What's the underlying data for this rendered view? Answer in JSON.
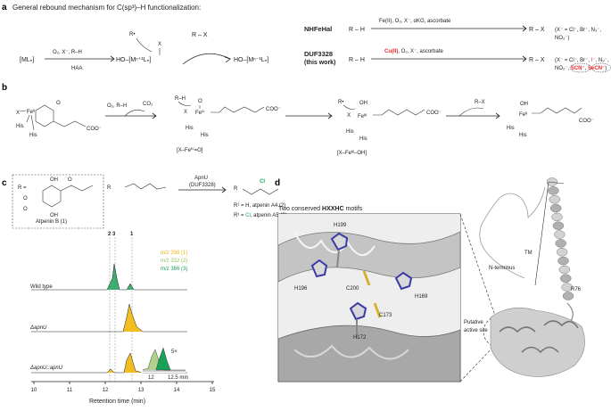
{
  "panel_a": {
    "label": "a",
    "title": "General rebound mechanism for C(sp³)–H functionalization:",
    "ml_label": "[MLₙ]",
    "step1_top": "O₂, X⁻, R–H",
    "step1_bottom": "HAA",
    "radical": "R•",
    "intermediate": "HO–[Mⁿ⁺¹Lₙ]",
    "product_rx": "R – X",
    "final": "HO–[Mⁿ⁻¹Lₙ]",
    "nhfehal": {
      "name": "NHFeHal",
      "substrate": "R – H",
      "conditions": "Fe(II), O₂, X⁻, αKG, ascorbate",
      "product": "R – X",
      "scope_line1": "(X⁻ = Cl⁻, Br⁻, N₃⁻,",
      "scope_line2": "NO₂⁻)"
    },
    "duf": {
      "name": "DUF3328",
      "note": "(this work)",
      "substrate": "R – H",
      "conditions_red": "Cu(II)",
      "conditions_rest": ", O₂, X⁻, ascorbate",
      "product": "R – X",
      "scope_line1_a": "(X⁻ = Cl⁻, Br⁻, ",
      "scope_line1_b": "I⁻",
      "scope_line1_c": ", N₃⁻,",
      "scope_line2_a": "NO₂⁻, ",
      "scope_line2_b": "SCN⁻",
      "scope_line2_c": ", ",
      "scope_line2_d": "SeCN⁻",
      "scope_line2_e": ")"
    }
  },
  "panel_b": {
    "label": "b",
    "reagent_top": "O₂, R–H",
    "co2": "CO₂",
    "his": "His",
    "x": "X",
    "fe2": "Feᴵᴵ",
    "fe4": "Feᴵⱽ",
    "fe3": "Feᴵᴵᴵ",
    "oh": "OH",
    "coo": "COO⁻",
    "label_fe4": "[X–Feᴵⱽ=O]",
    "label_fe3": "[X–Feᴵᴵᴵ–OH]",
    "rx": "R–X",
    "rh": "R–H",
    "o": "O"
  },
  "panel_c": {
    "label": "c",
    "r_label": "R =",
    "compound_name": "Atpenin B (1)",
    "enzyme_line1": "ApnU",
    "enzyme_line2": "(DUF3328)",
    "r1_a4": "R¹ = H, atpenin A4 (2)",
    "r1_a5_a": "R¹ = ",
    "r1_a5_b": "Cl",
    "r1_a5_c": ", atpenin A5 (3)",
    "cl": "Cl",
    "peak_labels": [
      "2",
      "3",
      "1"
    ],
    "legend": [
      {
        "text": "m/z 298 (1)",
        "color": "#f1b70a"
      },
      {
        "text": "m/z 332 (2)",
        "color": "#8fbe5d"
      },
      {
        "text": "m/z 366 (3)",
        "color": "#1aa158"
      }
    ],
    "traces": [
      "Wild type",
      "ΔapnU",
      "ΔapnU::apnU"
    ],
    "inset_mult": "5×",
    "inset_ticks": [
      "12",
      "12.5 min"
    ],
    "axis_title": "Retention time (min)",
    "x_ticks": [
      "10",
      "11",
      "12",
      "13",
      "14",
      "15"
    ]
  },
  "panel_d": {
    "label": "d",
    "motif_prefix": "Two conserved ",
    "motif_bold": "HXXHC",
    "motif_suffix": " motifs",
    "residues": [
      "H199",
      "H196",
      "C200",
      "H169",
      "C173",
      "H172"
    ],
    "tm": "TM",
    "n_term": "N-terminus",
    "r76": "R76",
    "site_line1": "Putative",
    "site_line2": "active site"
  },
  "colors": {
    "gold": "#f1b70a",
    "light_green": "#8fbe5d",
    "green": "#1aa158",
    "red": "#e8282c",
    "helix_gray": "#a8a8a8"
  }
}
